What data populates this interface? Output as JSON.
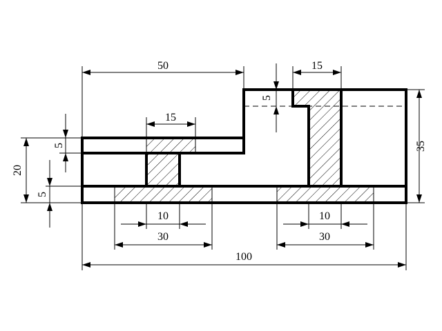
{
  "drawing": {
    "dimensions": {
      "top_width": "50",
      "rib_width_top": "15",
      "rib_width_left": "15",
      "top_plate_thickness": "5",
      "left_plate_thickness": "5",
      "overall_height_left": "20",
      "base_thickness": "5",
      "overall_height_right": "35",
      "rib_width_bottom_left": "10",
      "rib_width_bottom_right": "10",
      "base_hatch_left": "30",
      "base_hatch_right": "30",
      "overall_length": "100"
    }
  }
}
